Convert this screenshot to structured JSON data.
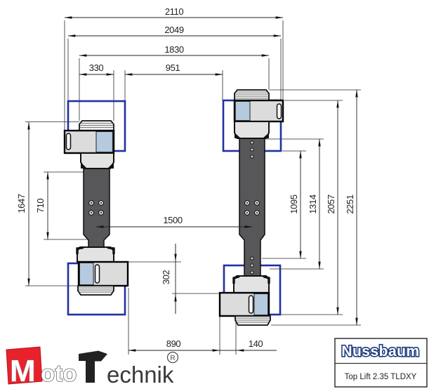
{
  "drawing": {
    "dimensions": {
      "overall_width": "2110",
      "frame_width": "2049",
      "inner_width": "1830",
      "pad_offset_width": "330",
      "clearance_width": "951",
      "left_pad_span": "1647",
      "arm_length": "710",
      "column_spacing": "1500",
      "right_span_1095": "1095",
      "right_span_1314": "1314",
      "right_span_2057": "2057",
      "right_span_2251": "2251",
      "pad_step_offset": "302",
      "bottom_gap": "890",
      "edge_offset": "140"
    },
    "colors": {
      "frame_blue": "#2230a4",
      "panel_blue": "#b5cade",
      "arm_gray": "#57575a",
      "pad_gray": "#dcdcdc",
      "logo_red": "#e8212b",
      "brand_blue": "#1d3c7e"
    }
  },
  "logo": {
    "m": "M",
    "oto": "oto",
    "t": "T",
    "echnik": "echnik",
    "registered": "®"
  },
  "title_block": {
    "brand": "Nussbaum",
    "model": "Top Lift 2.35 TLDXY"
  }
}
